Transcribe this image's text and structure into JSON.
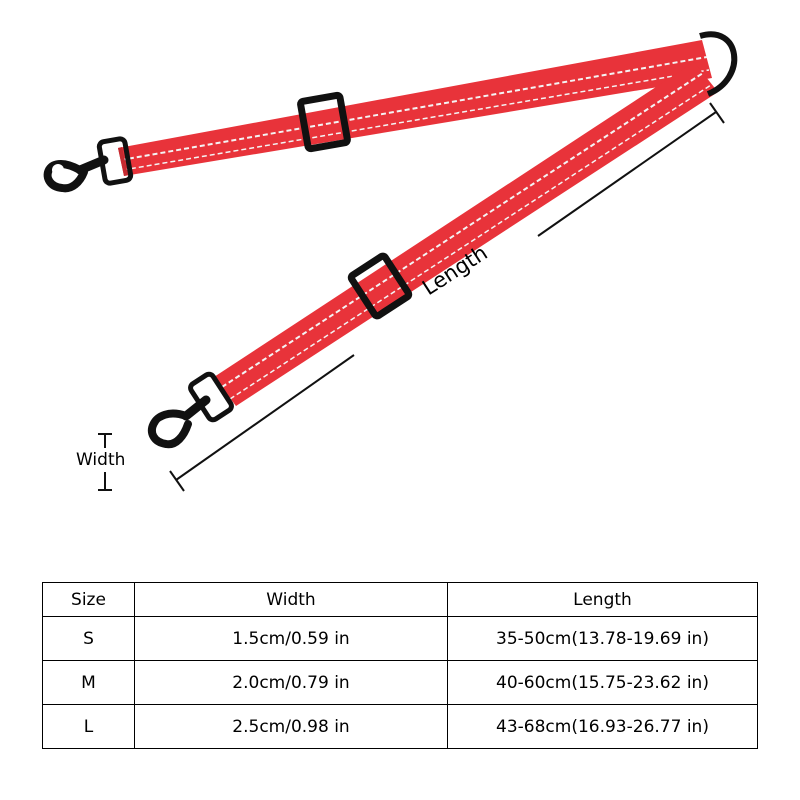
{
  "image": {
    "length_label": "Length",
    "width_label": "Width",
    "strap_color": "#e8333a",
    "stitch_color": "#f4f4f4",
    "hardware_color": "#111111"
  },
  "table": {
    "headers": [
      "Size",
      "Width",
      "Length"
    ],
    "rows": [
      {
        "size": "S",
        "width": "1.5cm/0.59 in",
        "length": "35-50cm(13.78-19.69 in)"
      },
      {
        "size": "M",
        "width": "2.0cm/0.79 in",
        "length": "40-60cm(15.75-23.62 in)"
      },
      {
        "size": "L",
        "width": "2.5cm/0.98 in",
        "length": "43-68cm(16.93-26.77 in)"
      }
    ]
  }
}
